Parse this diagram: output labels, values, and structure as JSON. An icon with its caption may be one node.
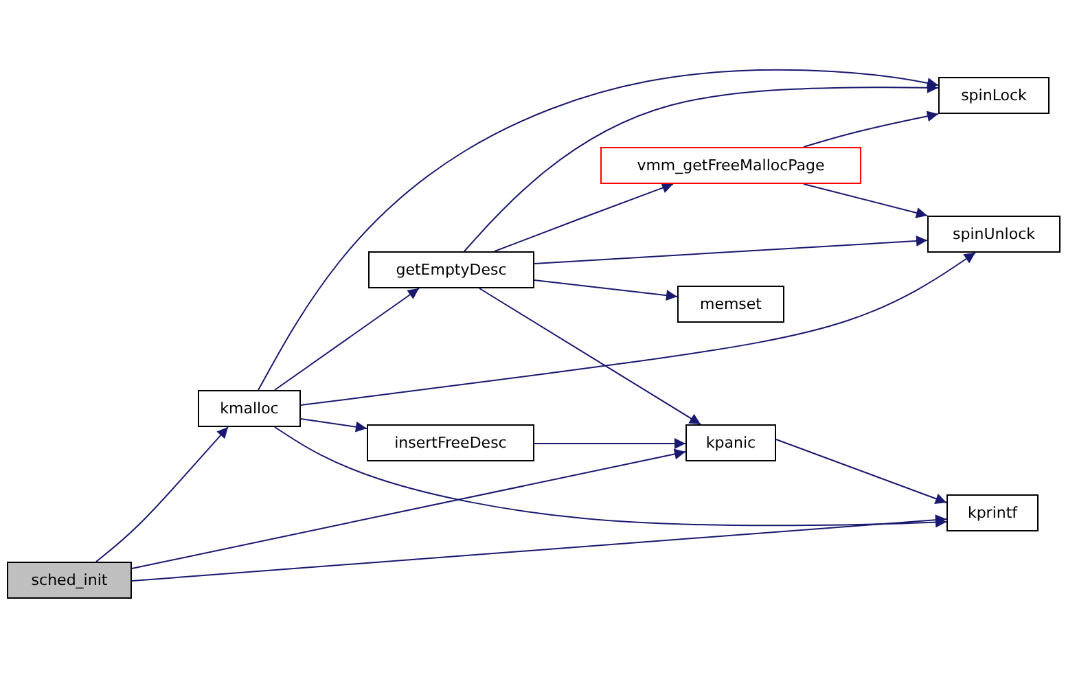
{
  "diagram": {
    "nodes": [
      {
        "text": [
          "sched_init"
        ]
      },
      {
        "text": [
          "kmalloc"
        ]
      },
      {
        "text": [
          "getEmptyDesc"
        ]
      },
      {
        "text": [
          "insertFreeDesc"
        ]
      },
      {
        "text": [
          "spinLock"
        ]
      },
      {
        "text": [
          "vmm_getFreeMallocPage"
        ]
      },
      {
        "text": [
          "spinUnlock"
        ]
      },
      {
        "text": [
          "memset"
        ]
      },
      {
        "text": [
          "kpanic"
        ]
      },
      {
        "text": [
          "kprintf"
        ]
      }
    ],
    "edges": [
      {
        "from": 0,
        "to": 1,
        "arrow": "to"
      },
      {
        "from": 0,
        "to": 8,
        "arrow": "to"
      },
      {
        "from": 0,
        "to": 9,
        "arrow": "to"
      },
      {
        "from": 1,
        "to": 2,
        "arrow": "to"
      },
      {
        "from": 1,
        "to": 3,
        "arrow": "to"
      },
      {
        "from": 1,
        "to": 4,
        "arrow": "to"
      },
      {
        "from": 1,
        "to": 6,
        "arrow": "to"
      },
      {
        "from": 1,
        "to": 9,
        "arrow": "to"
      },
      {
        "from": 2,
        "to": 4,
        "arrow": "to"
      },
      {
        "from": 2,
        "to": 5,
        "arrow": "to"
      },
      {
        "from": 2,
        "to": 6,
        "arrow": "to"
      },
      {
        "from": 2,
        "to": 7,
        "arrow": "to"
      },
      {
        "from": 2,
        "to": 8,
        "arrow": "to"
      },
      {
        "from": 3,
        "to": 8,
        "arrow": "to"
      },
      {
        "from": 5,
        "to": 4,
        "arrow": "to"
      },
      {
        "from": 5,
        "to": 6,
        "arrow": "to"
      },
      {
        "from": 8,
        "to": 9,
        "arrow": "to"
      }
    ]
  }
}
